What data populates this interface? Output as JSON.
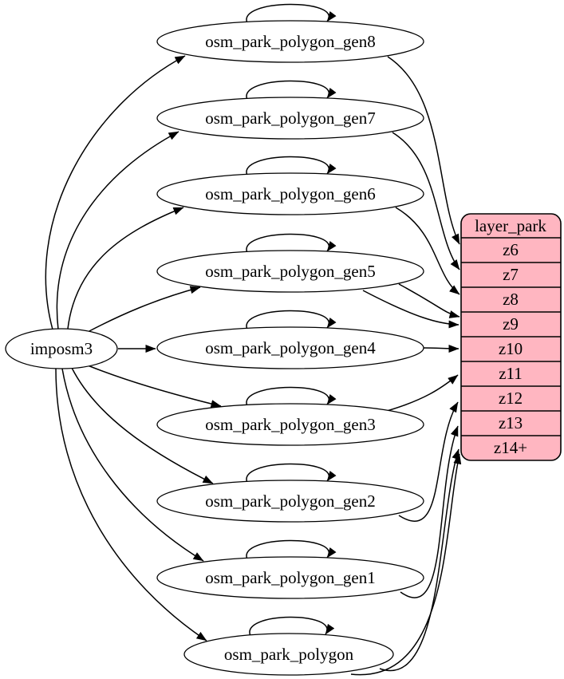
{
  "diagram": {
    "kind": "etl-graph",
    "source": {
      "label": "imposm3"
    },
    "tables": [
      {
        "label": "osm_park_polygon_gen8"
      },
      {
        "label": "osm_park_polygon_gen7"
      },
      {
        "label": "osm_park_polygon_gen6"
      },
      {
        "label": "osm_park_polygon_gen5"
      },
      {
        "label": "osm_park_polygon_gen4"
      },
      {
        "label": "osm_park_polygon_gen3"
      },
      {
        "label": "osm_park_polygon_gen2"
      },
      {
        "label": "osm_park_polygon_gen1"
      },
      {
        "label": "osm_park_polygon"
      }
    ],
    "layer": {
      "title": "layer_park",
      "zoom_rows": [
        "z6",
        "z7",
        "z8",
        "z9",
        "z10",
        "z11",
        "z12",
        "z13",
        "z14+"
      ],
      "fill_color": "#ffb6c1",
      "border_color": "#000000"
    },
    "edges": {
      "from_source_to": [
        "osm_park_polygon_gen8",
        "osm_park_polygon_gen7",
        "osm_park_polygon_gen6",
        "osm_park_polygon_gen5",
        "osm_park_polygon_gen4",
        "osm_park_polygon_gen3",
        "osm_park_polygon_gen2",
        "osm_park_polygon_gen1",
        "osm_park_polygon"
      ],
      "self_loops_on": [
        "osm_park_polygon_gen8",
        "osm_park_polygon_gen7",
        "osm_park_polygon_gen6",
        "osm_park_polygon_gen5",
        "osm_park_polygon_gen4",
        "osm_park_polygon_gen3",
        "osm_park_polygon_gen2",
        "osm_park_polygon_gen1",
        "osm_park_polygon"
      ],
      "to_layer_rows": [
        {
          "from": "osm_park_polygon_gen8",
          "to": "z6"
        },
        {
          "from": "osm_park_polygon_gen7",
          "to": "z7"
        },
        {
          "from": "osm_park_polygon_gen6",
          "to": "z8"
        },
        {
          "from": "osm_park_polygon_gen5",
          "to": "z9"
        },
        {
          "from": "osm_park_polygon_gen4",
          "to": "z10"
        },
        {
          "from": "osm_park_polygon_gen3",
          "to": "z11"
        },
        {
          "from": "osm_park_polygon_gen2",
          "to": "z12"
        },
        {
          "from": "osm_park_polygon_gen1",
          "to": "z13"
        },
        {
          "from": "osm_park_polygon",
          "to": "z14+"
        }
      ]
    }
  }
}
